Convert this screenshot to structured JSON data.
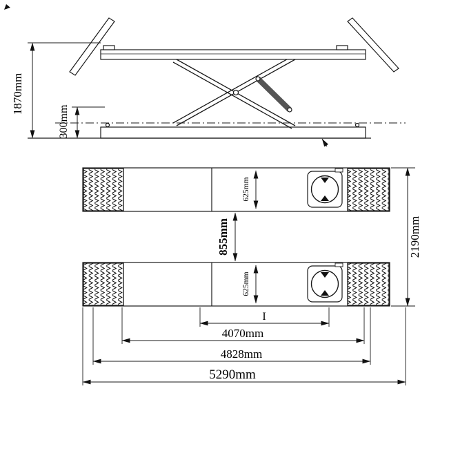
{
  "side_view": {
    "height_raised": "1870mm",
    "height_lowered": "300mm"
  },
  "plan_view": {
    "runway_width_top": "625mm",
    "runway_width_bottom": "625mm",
    "runway_gap": "855mm",
    "overall_width": "2190mm",
    "center_mark": "I",
    "length_inner": "4070mm",
    "length_mid": "4828mm",
    "length_overall": "5290mm"
  }
}
